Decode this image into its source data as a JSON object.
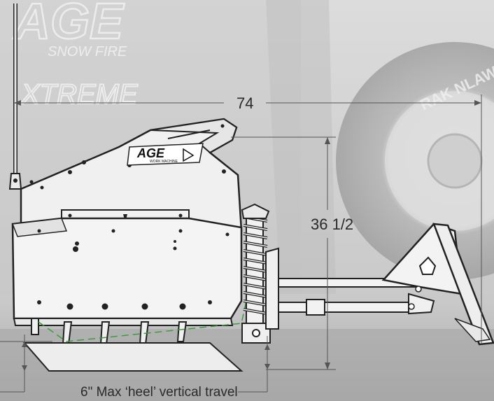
{
  "brand": {
    "watermark_main": "AGE",
    "watermark_sub": "SNOW FIRE",
    "watermark_extreme": "XTREME",
    "tire_lettering": "RAK NLAWTI",
    "logo_text": "AGE",
    "logo_subtext": "WORK MACHINE"
  },
  "dimensions": {
    "width": "74",
    "height": "36 1/2",
    "heel_travel": "6\" Max ‘heel’ vertical travel"
  },
  "colors": {
    "line": "#222222",
    "dimension_line": "#555555",
    "travel_path": "#3e9a3e",
    "ground": "#a8a8a8"
  }
}
